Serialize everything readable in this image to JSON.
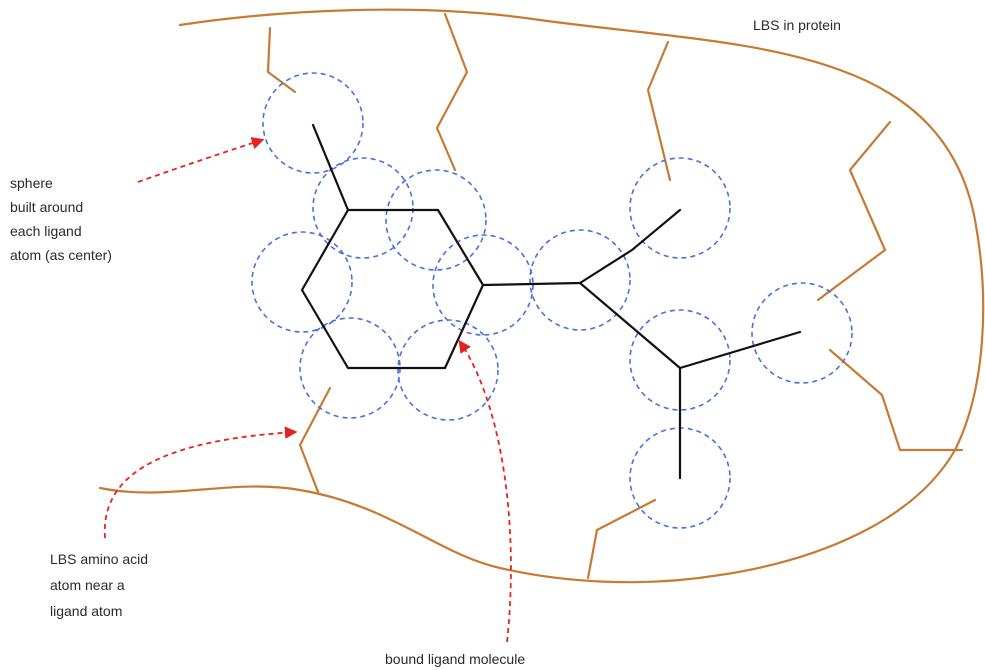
{
  "labels": {
    "lbs_in_protein": "LBS in protein",
    "sphere_lines": [
      "sphere",
      "built around",
      "each ligand",
      "atom (as center)"
    ],
    "amino_acid_lines": [
      "LBS amino acid",
      "atom near a",
      "ligand atom"
    ],
    "bound_ligand": "bound ligand molecule"
  },
  "colors": {
    "protein": "#c87a34",
    "ligand": "#111111",
    "sphere": "#4a72d8",
    "arrow": "#e52222",
    "text": "#2a2a2a"
  }
}
